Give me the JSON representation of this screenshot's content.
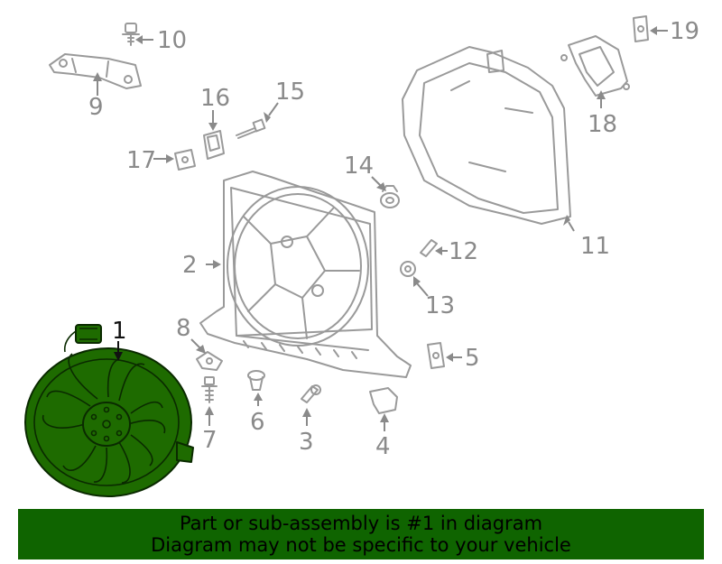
{
  "diagram": {
    "highlight_color": "#1e6b00",
    "callouts": [
      "1",
      "2",
      "3",
      "4",
      "5",
      "6",
      "7",
      "8",
      "9",
      "10",
      "11",
      "12",
      "13",
      "14",
      "15",
      "16",
      "17",
      "18",
      "19"
    ]
  },
  "banner": {
    "line1": "Part or sub-assembly is #1 in diagram",
    "line2": "Diagram may not be specific to your vehicle",
    "background": "#0f6400"
  }
}
